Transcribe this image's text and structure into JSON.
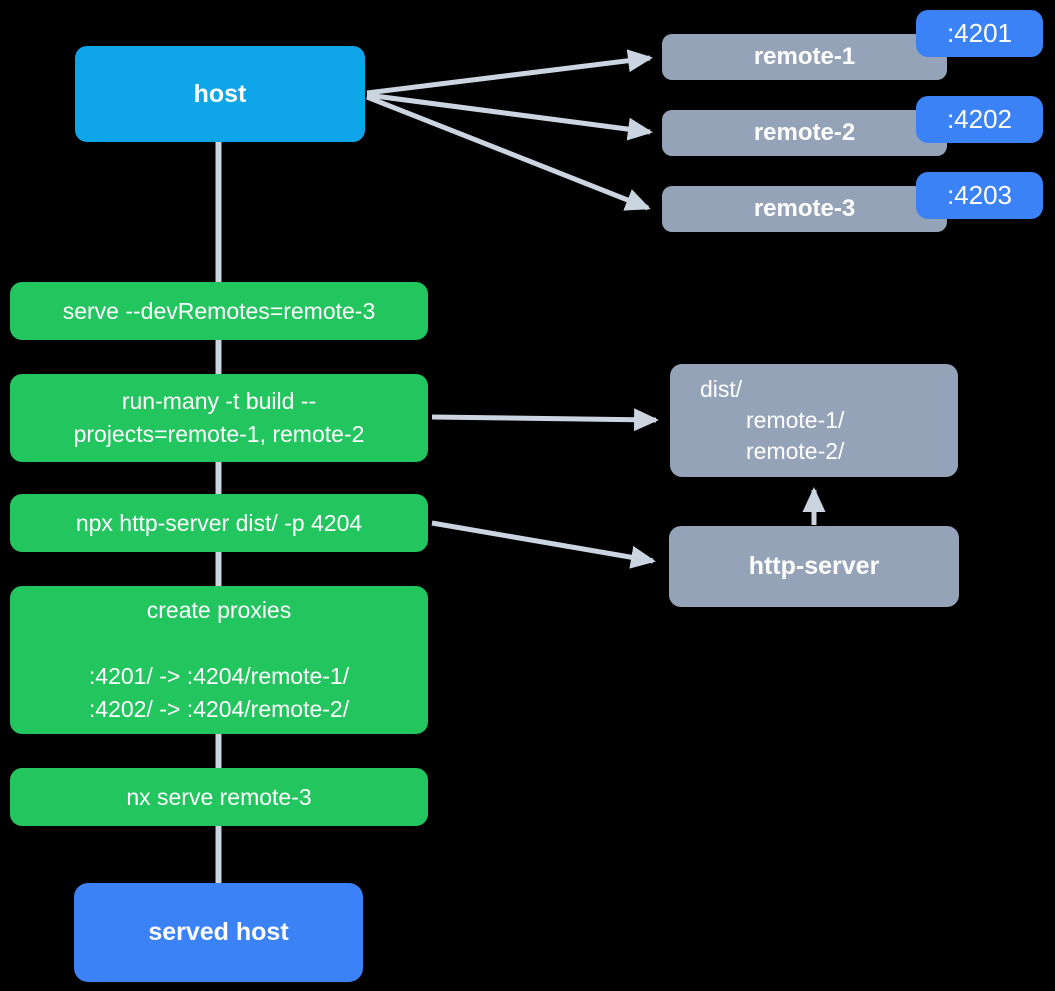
{
  "diagram": {
    "background": "#000000",
    "colors": {
      "host": "#0ea5e9",
      "command": "#22c55e",
      "remote": "#94a3b8",
      "badge": "#3b82f6",
      "served_host": "#3b82f6",
      "connector": "#cbd5e1",
      "text": "#ffffff"
    },
    "nodes": {
      "host": {
        "label": "host"
      },
      "remote1": {
        "label": "remote-1",
        "port": ":4201"
      },
      "remote2": {
        "label": "remote-2",
        "port": ":4202"
      },
      "remote3": {
        "label": "remote-3",
        "port": ":4203"
      },
      "cmd_serve": {
        "label": "serve --devRemotes=remote-3"
      },
      "cmd_build": {
        "line1": "run-many -t build --",
        "line2": "projects=remote-1, remote-2"
      },
      "cmd_http_server": {
        "label": "npx http-server dist/ -p 4204"
      },
      "cmd_proxies": {
        "line1": "create proxies",
        "line2": ":4201/ -> :4204/remote-1/",
        "line3": ":4202/ -> :4204/remote-2/"
      },
      "cmd_serve_remote3": {
        "label": "nx serve remote-3"
      },
      "dist": {
        "line1": "dist/",
        "line2": "remote-1/",
        "line3": "remote-2/"
      },
      "http_server": {
        "label": "http-server"
      },
      "served_host": {
        "label": "served host"
      }
    },
    "edges": [
      {
        "from": "host",
        "to": "remote1"
      },
      {
        "from": "host",
        "to": "remote2"
      },
      {
        "from": "host",
        "to": "remote3"
      },
      {
        "from": "host",
        "to": "served_host"
      },
      {
        "from": "cmd_build",
        "to": "dist"
      },
      {
        "from": "cmd_http_server",
        "to": "http_server"
      },
      {
        "from": "http_server",
        "to": "dist"
      }
    ]
  }
}
